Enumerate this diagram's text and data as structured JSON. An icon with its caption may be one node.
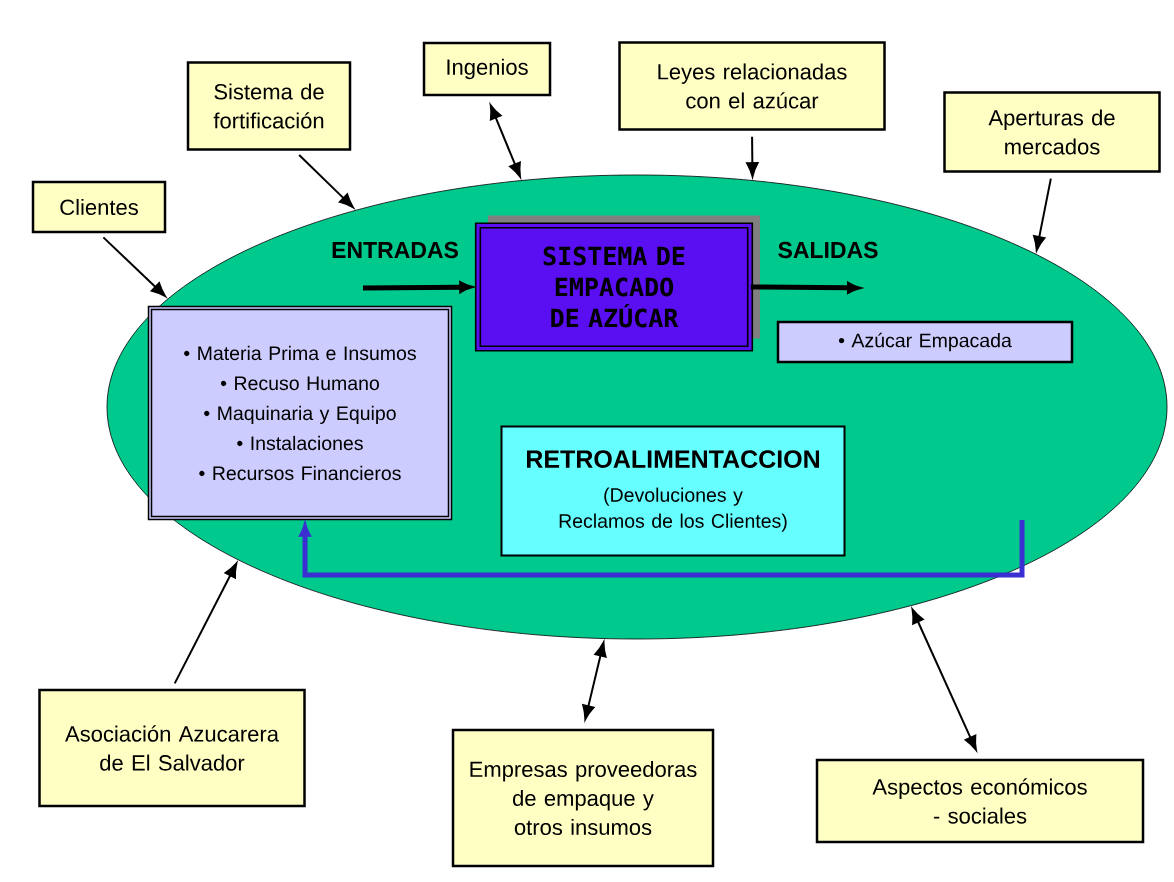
{
  "diagram": {
    "nodes": [
      {
        "text": [],
        "shape": "ellipse"
      },
      {
        "text": [
          "Clientes"
        ]
      },
      {
        "text": [
          "Sistema de fortificación"
        ]
      },
      {
        "text": [
          "Ingenios"
        ]
      },
      {
        "text": [
          "Leyes relacionadas con el azúcar"
        ]
      },
      {
        "text": [
          "Aperturas de mercados"
        ]
      },
      {
        "text": [
          "Asociación Azucarera de El Salvador"
        ]
      },
      {
        "text": [
          "Empresas proveedoras de empaque y otros insumos"
        ]
      },
      {
        "text": [
          "Aspectos económicos - sociales"
        ]
      },
      {
        "text": [
          "• Materia Prima e Insumos",
          "• Recuso Humano",
          "• Maquinaria y Equipo",
          "• Instalaciones",
          "• Recursos Financieros"
        ],
        "in": 0
      },
      {
        "text": [
          "SISTEMA DE EMPACADO DE AZÚCAR"
        ],
        "in": 0
      },
      {
        "text": [
          "• Azúcar Empacada"
        ],
        "in": 0
      },
      {
        "text": [
          "RETROALIMENTACCION",
          "(Devoluciones y Reclamos de los Clientes)"
        ],
        "in": 0
      }
    ],
    "edges": [
      {
        "from": 1,
        "to": 0,
        "arrow": "to"
      },
      {
        "from": 2,
        "to": 0,
        "arrow": "to"
      },
      {
        "from": 3,
        "to": 0,
        "arrow": "both"
      },
      {
        "from": 4,
        "to": 0,
        "arrow": "to"
      },
      {
        "from": 5,
        "to": 0,
        "arrow": "to"
      },
      {
        "from": 6,
        "to": 0,
        "arrow": "to"
      },
      {
        "from": 7,
        "to": 0,
        "arrow": "both"
      },
      {
        "from": 8,
        "to": 0,
        "arrow": "both"
      },
      {
        "from": null,
        "to": 10,
        "arrow": "to",
        "style": "thick"
      },
      {
        "from": 10,
        "to": null,
        "arrow": "to",
        "style": "thick"
      },
      {
        "from": null,
        "to": 9,
        "arrow": "to",
        "style": "thick",
        "color": "#3a2fd0"
      }
    ],
    "labels": [
      "ENTRADAS",
      "SALIDAS"
    ]
  }
}
